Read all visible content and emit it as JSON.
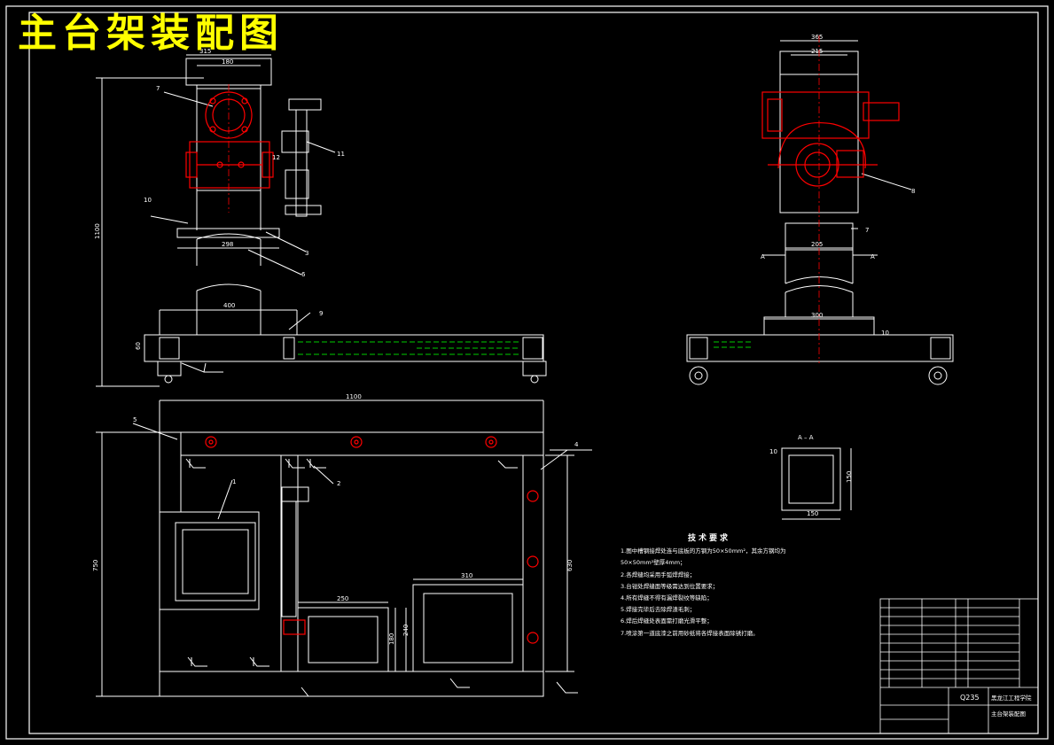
{
  "title": "主台架装配图",
  "front_view": {
    "dims": {
      "w315": "315",
      "w180": "180",
      "h1100": "1100",
      "w298": "298",
      "w400": "400",
      "h60": "60",
      "d12": "12"
    },
    "callouts": {
      "c7": "7",
      "c10": "10",
      "c11": "11",
      "c3": "3",
      "c6": "6",
      "c9": "9"
    }
  },
  "side_view": {
    "dims": {
      "w365": "365",
      "w215": "215",
      "w205": "205",
      "w300": "300",
      "h10": "10"
    },
    "callouts": {
      "c8": "8",
      "c7": "7"
    },
    "section_a_left": "A",
    "section_a_right": "A"
  },
  "top_view": {
    "dims": {
      "w1100": "1100",
      "h750": "750",
      "h630": "630",
      "w250": "250",
      "w310": "310",
      "h180": "180",
      "h240": "240"
    },
    "callouts": {
      "c5": "5",
      "c4": "4",
      "c2": "2",
      "c1": "1"
    }
  },
  "section": {
    "label": "A – A",
    "t10": "10",
    "h150": "150",
    "w150": "150"
  },
  "tech_requirements": {
    "title": "技术要求",
    "items": [
      "1.图中槽钢接焊处连与底板的方钢为50×50mm²，其余方钢均为",
      "50×50mm²壁厚4mm；",
      "2.各焊缝均采用手弧焊焊接；",
      "3.台钳处焊缝面等级需达到位置要求；",
      "4.所有焊缝不得有漏焊裂纹等缺陷；",
      "5.焊接完毕后去除焊渣毛刺；",
      "6.焊后焊缝处表面需打磨光滑平整；",
      "7.喷涂第一道底漆之前用砂纸将各焊接表面除锈打磨。"
    ]
  },
  "title_block": {
    "part_name": "主台架装配图",
    "school": "黑龙江工程学院",
    "material": "Q235",
    "rows": 11
  }
}
